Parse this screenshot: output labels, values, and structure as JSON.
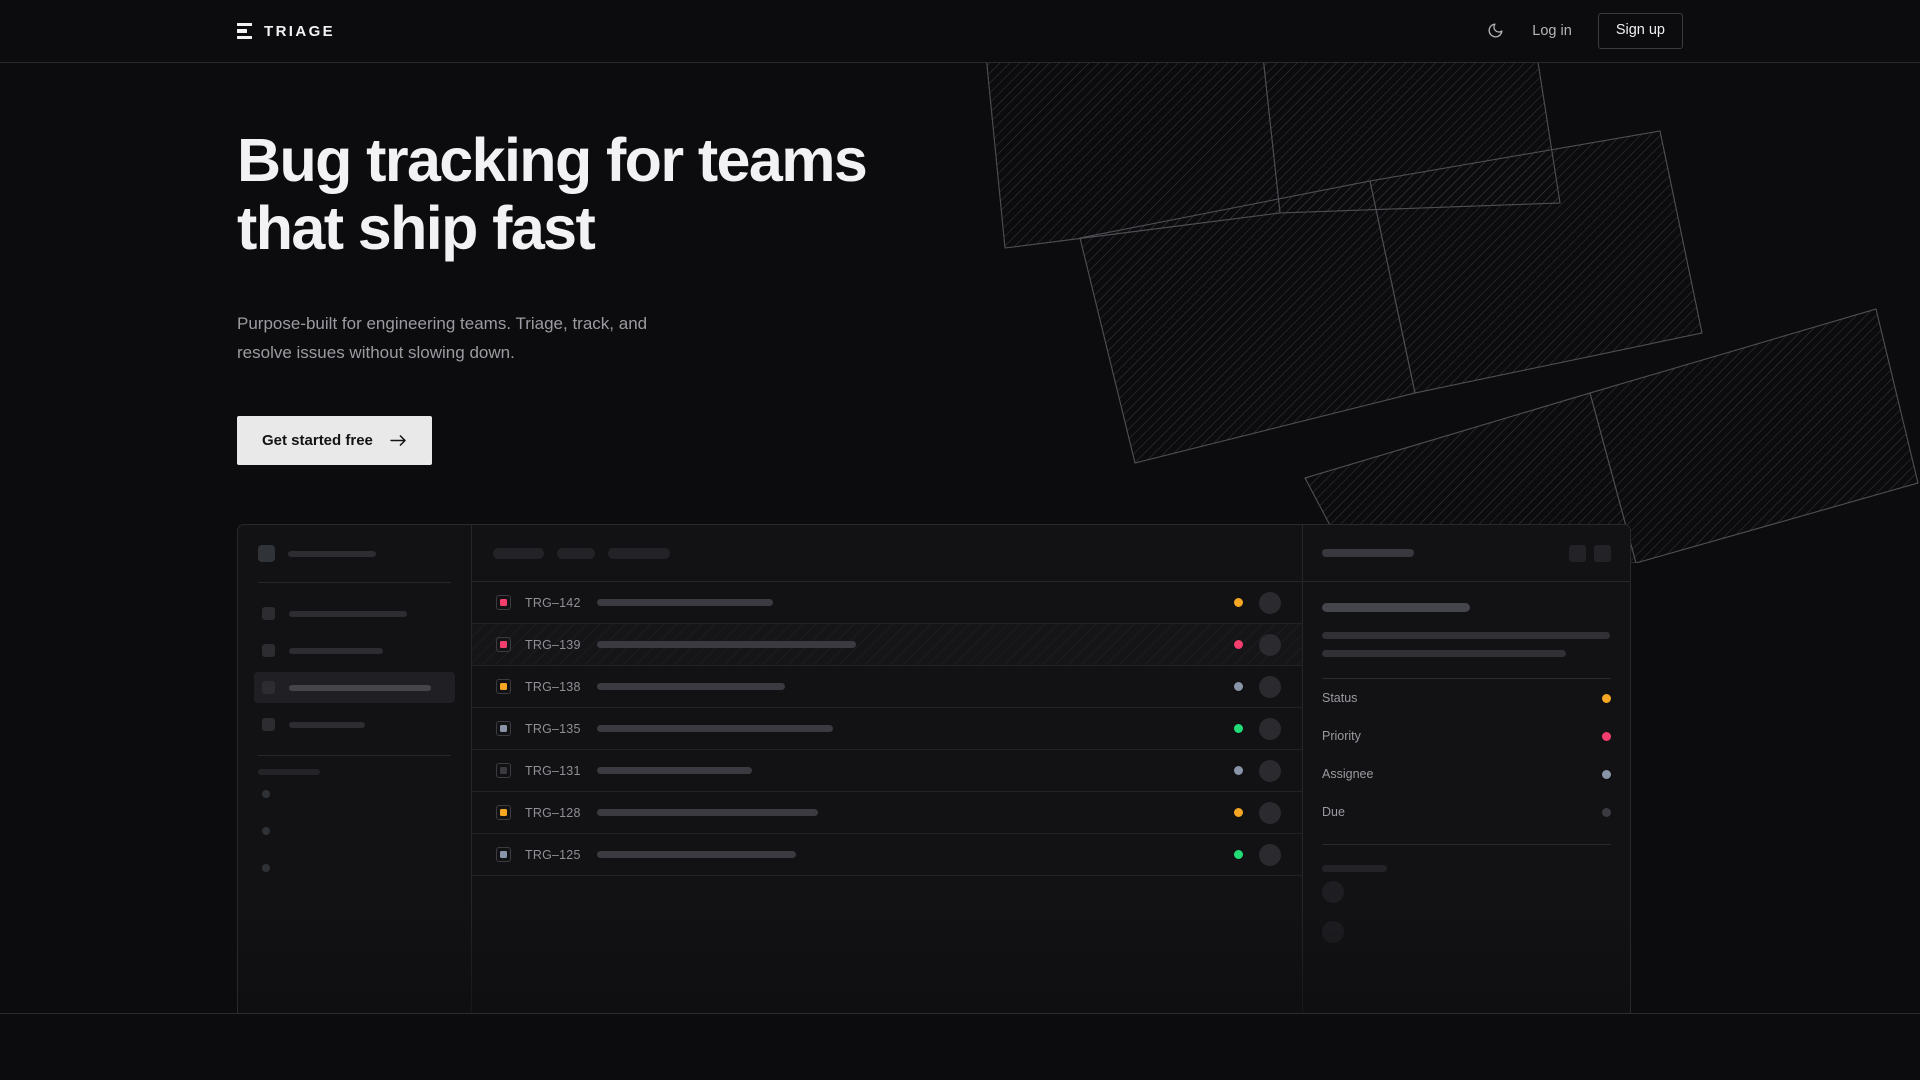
{
  "header": {
    "brand": {
      "name": "TRIAGE",
      "icon": "bars-logo-icon"
    },
    "theme_toggle": {
      "icon": "moon-icon"
    },
    "login_label": "Log in",
    "signup_label": "Sign up"
  },
  "hero": {
    "title_line1": "Bug tracking for teams",
    "title_line2": "that ship fast",
    "subtitle_line1": "Purpose-built for engineering teams. Triage, track, and",
    "subtitle_line2": "resolve issues without slowing down.",
    "cta_label": "Get started free",
    "cta_icon": "arrow-right-icon"
  },
  "colors": {
    "page_bg": "#0c0c0e",
    "panel_bg": "#121214",
    "border": "#29292d",
    "text_primary": "#f2f2f4",
    "text_muted": "#9b9ba1",
    "cta_bg": "#e9e9e9",
    "status_amber": "#f5a623",
    "status_pink": "#f43f6e",
    "status_green": "#22dd77",
    "status_slate": "#8a94a8",
    "status_idle": "#3a3a40"
  },
  "app_mockup": {
    "sidebar": {
      "nav_widths": [
        118,
        94,
        142,
        76
      ],
      "active_index": 2,
      "sub_count": 3
    },
    "list": {
      "toolbar_chips": [
        51,
        38,
        62
      ],
      "rows": [
        {
          "id": "TRG–142",
          "flag": "#f43f6e",
          "title_width": 176,
          "status": "#f5a623",
          "selected": false
        },
        {
          "id": "TRG–139",
          "flag": "#f43f6e",
          "title_width": 259,
          "status": "#f43f6e",
          "selected": true
        },
        {
          "id": "TRG–138",
          "flag": "#f5a623",
          "title_width": 188,
          "status": "#8a94a8",
          "selected": false
        },
        {
          "id": "TRG–135",
          "flag": "#8a94a8",
          "title_width": 236,
          "status": "#22dd77",
          "selected": false
        },
        {
          "id": "TRG–131",
          "flag": "#3a3a40",
          "title_width": 155,
          "status": "#8a94a8",
          "selected": false
        },
        {
          "id": "TRG–128",
          "flag": "#f5a623",
          "title_width": 221,
          "status": "#f5a623",
          "selected": false
        },
        {
          "id": "TRG–125",
          "flag": "#8a94a8",
          "title_width": 199,
          "status": "#22dd77",
          "selected": false
        }
      ]
    },
    "detail": {
      "description_widths": [
        288,
        244
      ],
      "fields": [
        {
          "label": "Status",
          "dot": "#f5a623"
        },
        {
          "label": "Priority",
          "dot": "#f43f6e"
        },
        {
          "label": "Assignee",
          "dot": "#8a94a8"
        },
        {
          "label": "Due",
          "dot": "#3a3a40"
        }
      ],
      "comment_count": 2
    }
  }
}
